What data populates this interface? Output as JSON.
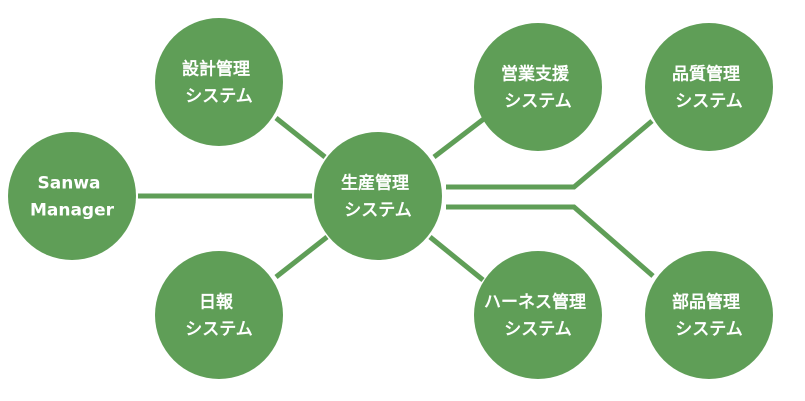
{
  "diagram": {
    "colors": {
      "node_fill": "#5f9e57",
      "edge": "#5f9e57",
      "label": "#ffffff",
      "background": "#ffffff"
    },
    "nodes": [
      {
        "id": "production",
        "lines": [
          "生産管理",
          "システム"
        ]
      },
      {
        "id": "sanwa",
        "lines": [
          "Sanwa",
          "Manager"
        ]
      },
      {
        "id": "design",
        "lines": [
          "設計管理",
          "システム"
        ]
      },
      {
        "id": "daily",
        "lines": [
          "日報",
          "システム"
        ]
      },
      {
        "id": "sales",
        "lines": [
          "営業支援",
          "システム"
        ]
      },
      {
        "id": "harness",
        "lines": [
          "ハーネス管理",
          "システム"
        ]
      },
      {
        "id": "quality",
        "lines": [
          "品質管理",
          "システム"
        ]
      },
      {
        "id": "parts",
        "lines": [
          "部品管理",
          "システム"
        ]
      }
    ],
    "edges": [
      {
        "from": "production",
        "to": "sanwa"
      },
      {
        "from": "production",
        "to": "design"
      },
      {
        "from": "production",
        "to": "daily"
      },
      {
        "from": "production",
        "to": "sales"
      },
      {
        "from": "production",
        "to": "harness"
      },
      {
        "from": "production",
        "to": "quality"
      },
      {
        "from": "production",
        "to": "parts"
      }
    ]
  }
}
